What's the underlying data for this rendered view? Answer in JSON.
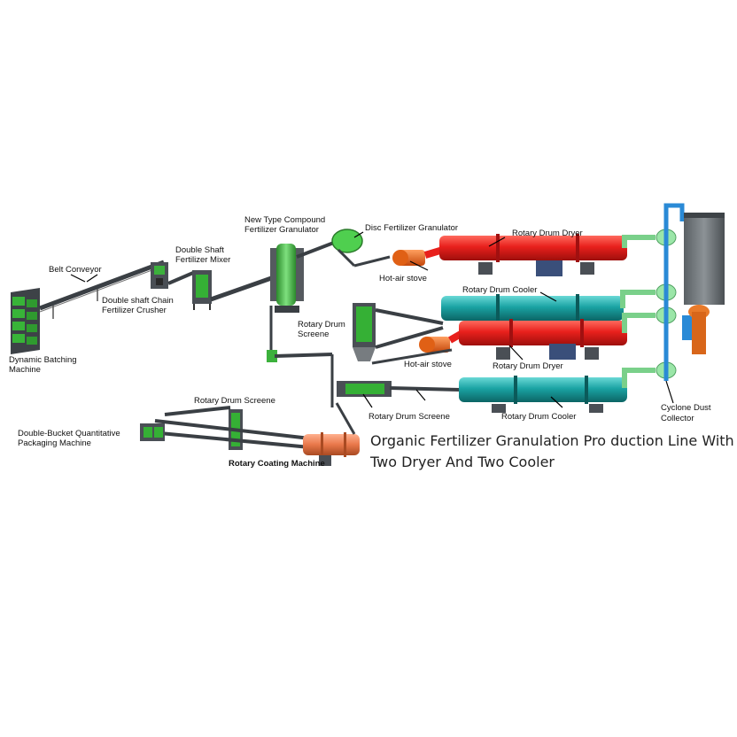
{
  "labels": {
    "belt_conveyor": "Belt Conveyor",
    "dynamic_batching": [
      "Dynamic Batching",
      "Machine"
    ],
    "double_shaft_mixer": [
      "Double Shaft",
      "Fertilizer Mixer"
    ],
    "chain_crusher": [
      "Double shaft Chain",
      "Fertilizer Crusher"
    ],
    "compound_granulator": [
      "New Type Compound",
      "Fertilizer Granulator"
    ],
    "disc_granulator": "Disc Fertilizer Granulator",
    "dryer_1": "Rotary Drum Dryer",
    "hot_air_stove_1": "Hot-air stove",
    "cooler_1": "Rotary Drum Cooler",
    "screene_1": [
      "Rotary Drum",
      "Screene"
    ],
    "hot_air_stove_2": "Hot-air stove",
    "dryer_2": "Rotary Drum Dryer",
    "screene_2": "Rotary Drum Screene",
    "cooler_2": "Rotary Drum Cooler",
    "cyclone": [
      "Cyclone Dust",
      "Collector"
    ],
    "screene_3": "Rotary Drum Screene",
    "packaging": [
      "Double-Bucket Quantitative",
      "Packaging Machine"
    ],
    "coating": "Rotary Coating Machine"
  },
  "title": [
    "Organic Fertilizer Granulation Pro duction Line With",
    "Two Dryer And Two Cooler"
  ],
  "colors": {
    "dryer": "#e8201c",
    "cooler": "#1aa3a3",
    "machine_green": "#3cb13c",
    "frame_gray": "#4a4f55",
    "coating_orange": "#e8774a",
    "pipe_blue": "#2a8ad6",
    "cyclone_green": "#9be6a8",
    "tower_gray": "#6f7478",
    "stove_orange": "#e86a1a"
  }
}
